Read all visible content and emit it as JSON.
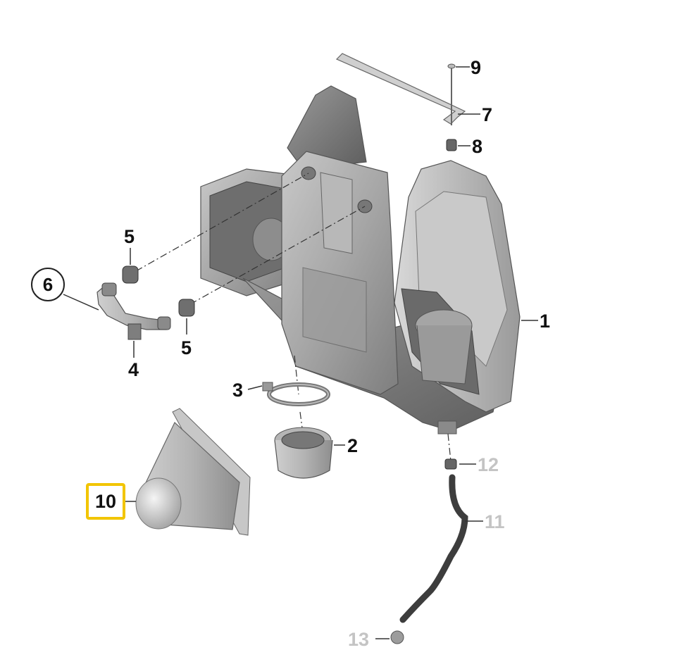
{
  "callouts": {
    "c1": "1",
    "c2": "2",
    "c3": "3",
    "c4": "4",
    "c5a": "5",
    "c5b": "5",
    "c6": "6",
    "c7": "7",
    "c8": "8",
    "c9": "9",
    "c10": "10",
    "c11": "11",
    "c12": "12",
    "c13": "13"
  },
  "colors": {
    "highlight": "#f2c500",
    "muted_label": "#c4c4c4",
    "part_gray": "#a9a9a9",
    "part_dark": "#7a7a7a"
  }
}
